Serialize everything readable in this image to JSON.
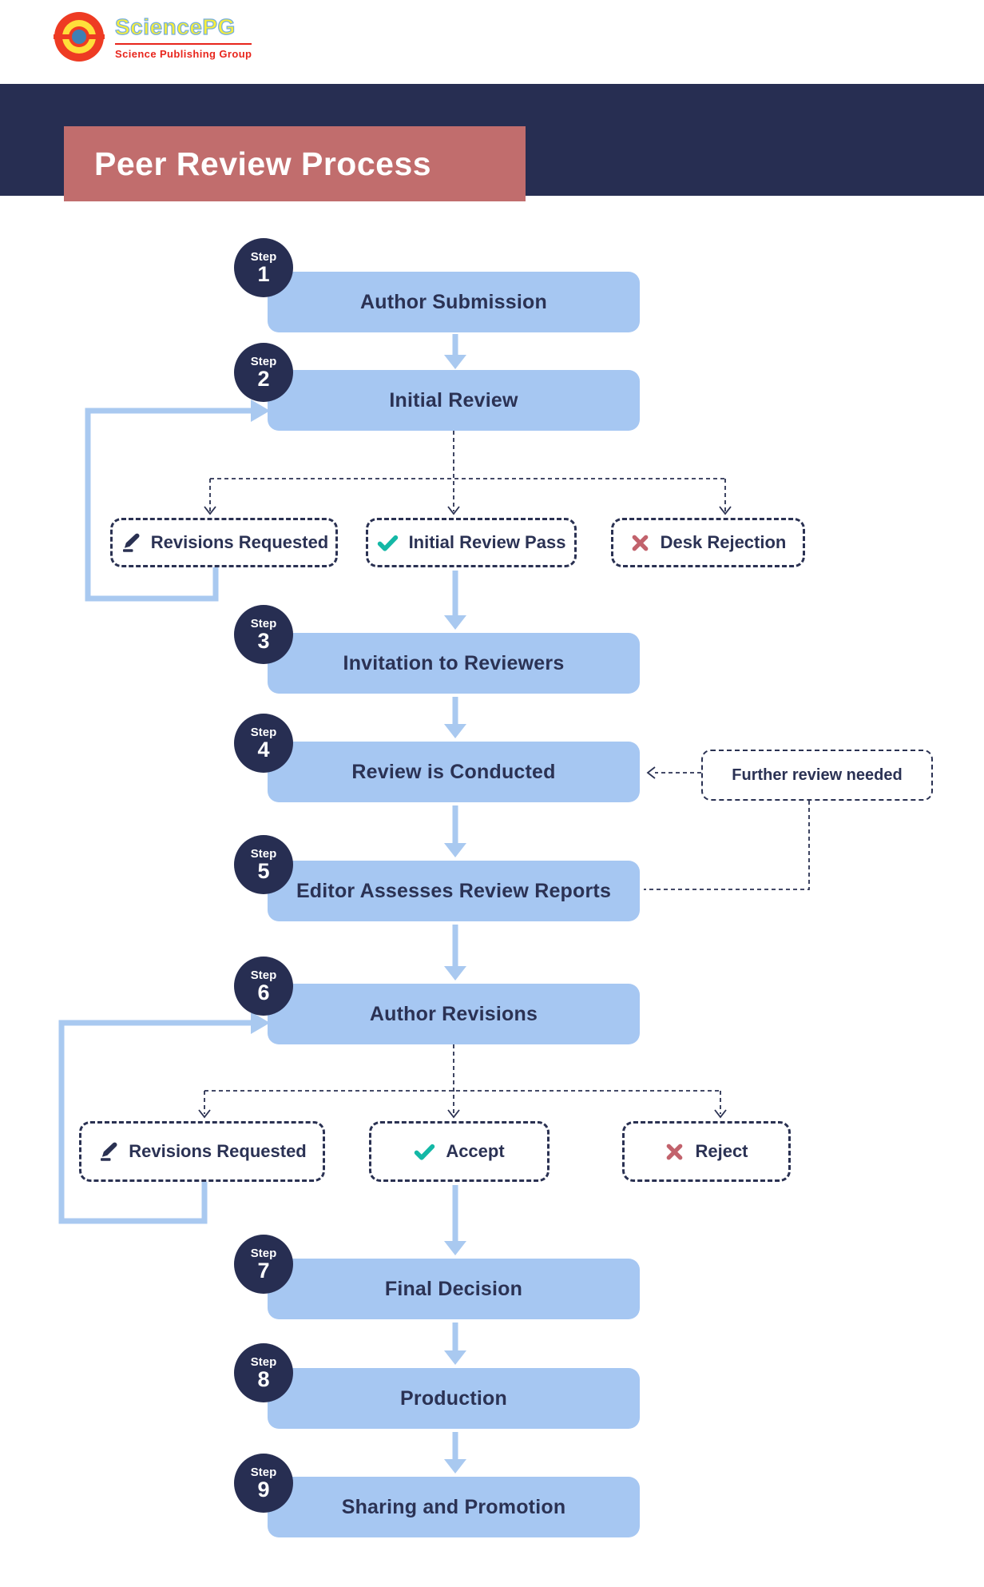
{
  "logo": {
    "brand": "SciencePG",
    "tagline": "Science Publishing Group"
  },
  "header": {
    "title": "Peer Review Process"
  },
  "steps": [
    {
      "step_label": "Step",
      "number": "1",
      "title": "Author Submission"
    },
    {
      "step_label": "Step",
      "number": "2",
      "title": "Initial Review"
    },
    {
      "step_label": "Step",
      "number": "3",
      "title": "Invitation to Reviewers"
    },
    {
      "step_label": "Step",
      "number": "4",
      "title": "Review is Conducted"
    },
    {
      "step_label": "Step",
      "number": "5",
      "title": "Editor Assesses Review Reports"
    },
    {
      "step_label": "Step",
      "number": "6",
      "title": "Author Revisions"
    },
    {
      "step_label": "Step",
      "number": "7",
      "title": "Final Decision"
    },
    {
      "step_label": "Step",
      "number": "8",
      "title": "Production"
    },
    {
      "step_label": "Step",
      "number": "9",
      "title": "Sharing and Promotion"
    }
  ],
  "initial_review_outcomes": [
    {
      "label": "Revisions Requested",
      "icon": "pencil-icon"
    },
    {
      "label": "Initial Review Pass",
      "icon": "check-icon"
    },
    {
      "label": "Desk Rejection",
      "icon": "x-icon"
    }
  ],
  "final_review_outcomes": [
    {
      "label": "Revisions Requested",
      "icon": "pencil-icon"
    },
    {
      "label": "Accept",
      "icon": "check-icon"
    },
    {
      "label": "Reject",
      "icon": "x-icon"
    }
  ],
  "note": {
    "label": "Further review needed"
  },
  "colors": {
    "navy": "#272e52",
    "box_blue": "#a6c7f2",
    "arrow_blue": "#a9c9f0",
    "title_rose": "#c16d6d",
    "check_teal": "#14b8a6",
    "reject_red": "#c2626c",
    "logo_yellow": "#f8ee3b",
    "logo_red": "#e8251c",
    "logo_center_blue": "#3f80b5"
  }
}
